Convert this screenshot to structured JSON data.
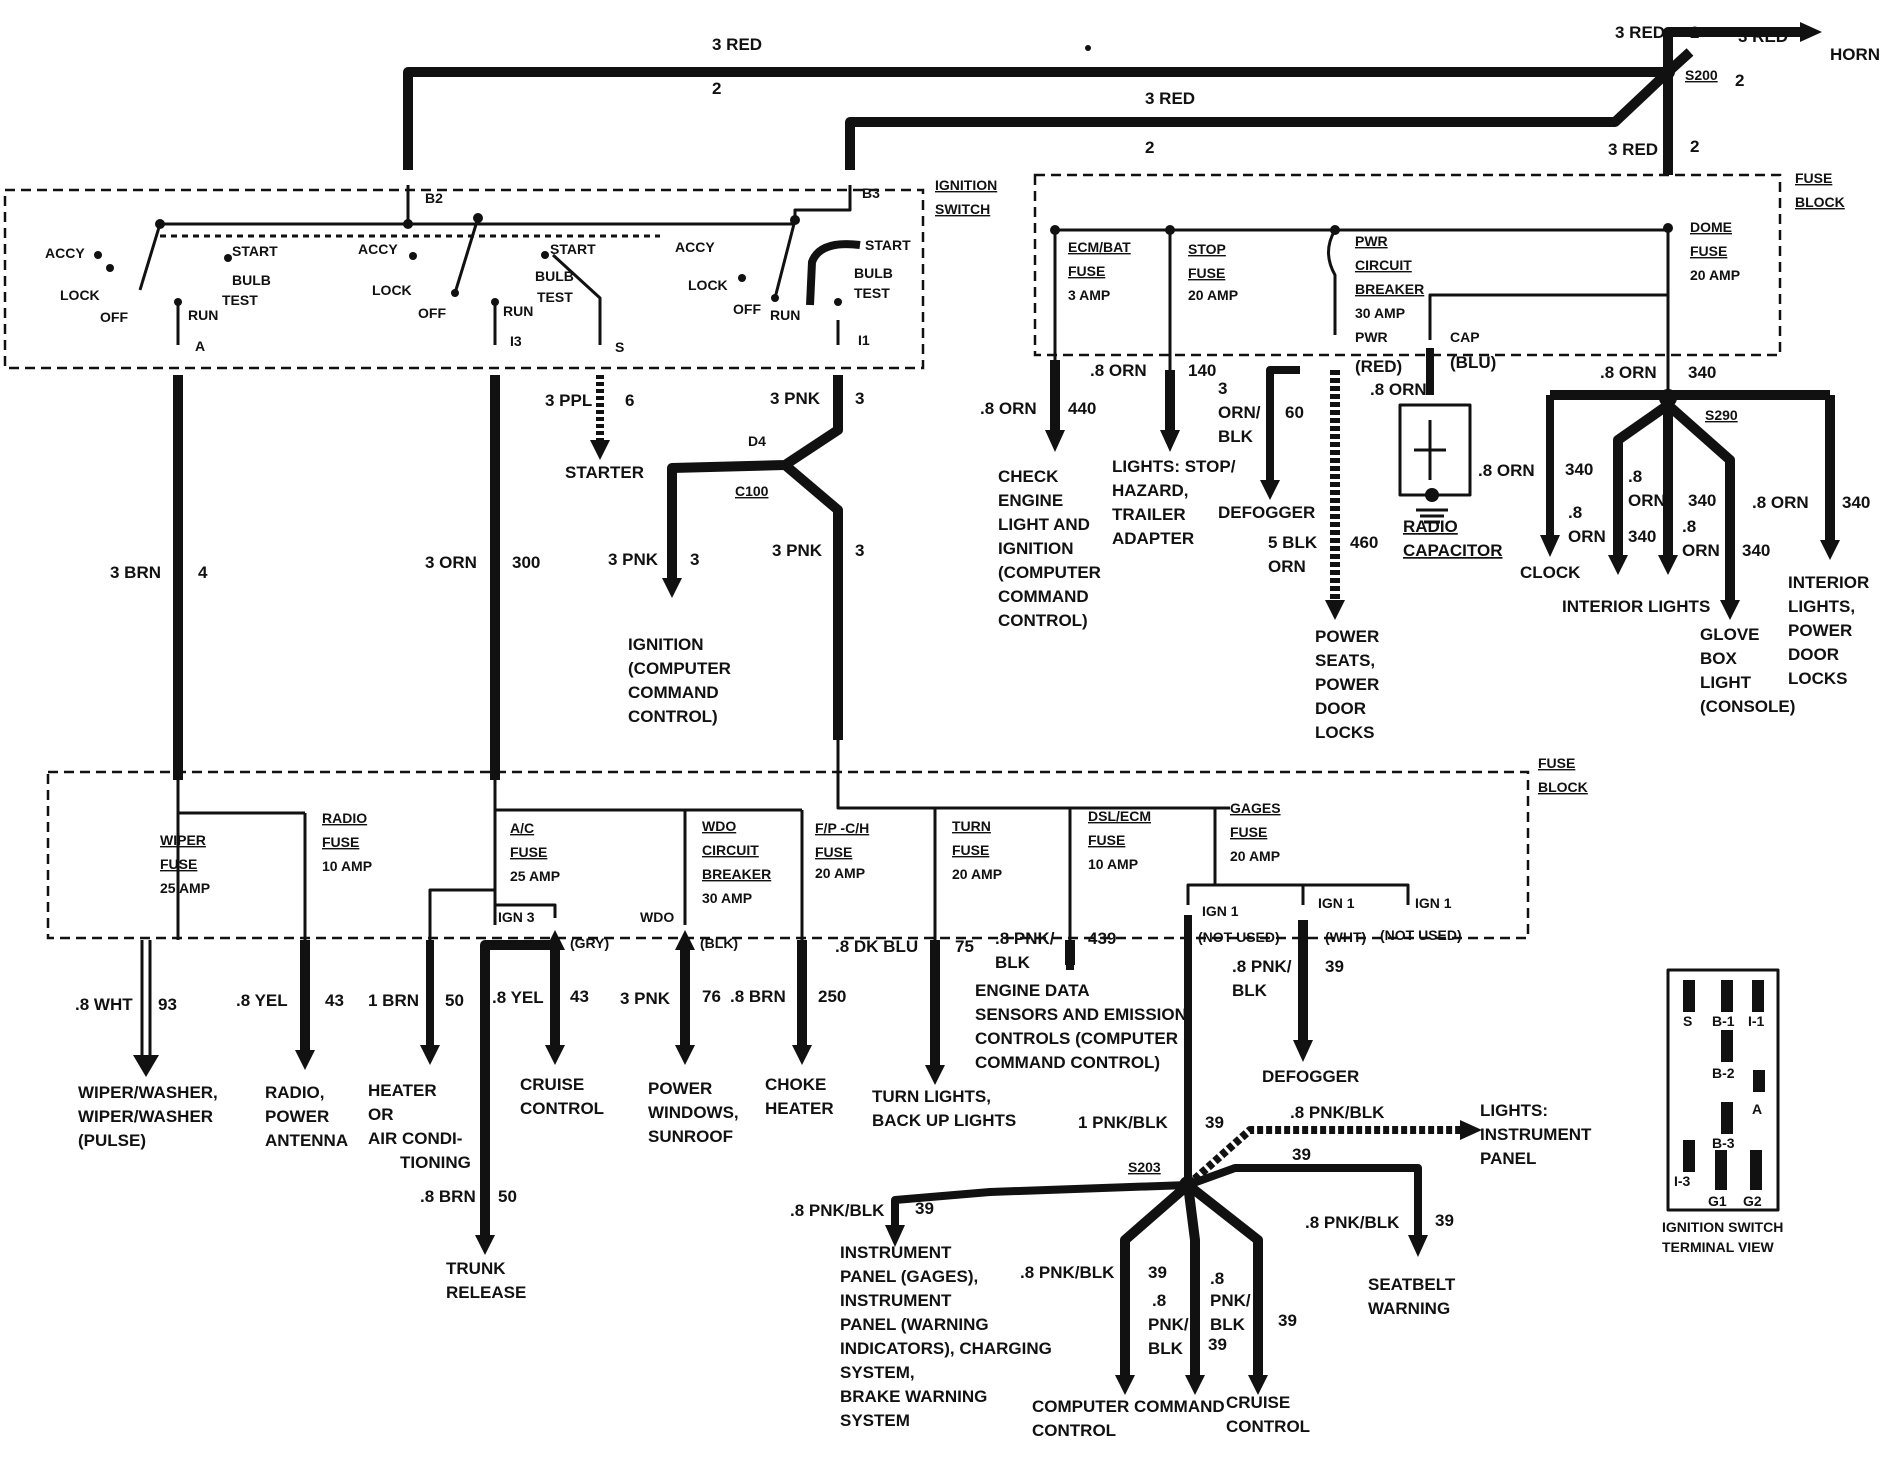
{
  "top": {
    "red3_top": "3 RED",
    "num2_top": "2",
    "red3_mid": "3 RED",
    "num2_mid": "2",
    "red3_right1": "3 RED",
    "red3_right2": "3 RED",
    "num2_right1": "2",
    "horn": "HORN",
    "s200": "S200",
    "num2_s200": "2",
    "red3_down": "3 RED",
    "num2_down": "2"
  },
  "ignition_switch": {
    "title1": "IGNITION",
    "title2": "SWITCH",
    "b2": "B2",
    "b3": "B3",
    "accy": "ACCY",
    "lock": "LOCK",
    "off": "OFF",
    "run": "RUN",
    "start": "START",
    "bulb": "BULB",
    "test": "TEST",
    "a": "A",
    "i3": "I3",
    "s": "S",
    "i1": "I1"
  },
  "upper_fuse_block": {
    "title1": "FUSE",
    "title2": "BLOCK",
    "ecm1": "ECM/BAT",
    "ecm2": "FUSE",
    "ecm3": "3 AMP",
    "stop1": "STOP",
    "stop2": "FUSE",
    "stop3": "20 AMP",
    "pwr1": "PWR",
    "pwr2": "CIRCUIT",
    "pwr3": "BREAKER",
    "pwr4": "30 AMP",
    "pwr5": "PWR",
    "cap": "CAP",
    "dome1": "DOME",
    "dome2": "FUSE",
    "dome3": "20 AMP"
  },
  "circuits_upper": {
    "brn3": "3 BRN",
    "n4": "4",
    "orn3": "3 ORN",
    "n300": "300",
    "ppl3": "3 PPL",
    "n6": "6",
    "starter": "STARTER",
    "pnk3_a": "3 PNK",
    "n3_a": "3",
    "d4": "D4",
    "c100": "C100",
    "pnk3_b": "3 PNK",
    "n3_b": "3",
    "pnk3_c": "3 PNK",
    "n3_c": "3",
    "ign1": "IGNITION",
    "ign2": "(COMPUTER",
    "ign3": "COMMAND",
    "ign4": "CONTROL)",
    "orn8_a": ".8 ORN",
    "n440": "440",
    "check1": "CHECK",
    "check2": "ENGINE",
    "check3": "LIGHT AND",
    "check4": "IGNITION",
    "check5": "(COMPUTER",
    "check6": "COMMAND",
    "check7": "CONTROL)",
    "orn8_b": ".8 ORN",
    "n140": "140",
    "lights1": "LIGHTS: STOP/",
    "lights2": "HAZARD,",
    "lights3": "TRAILER",
    "lights4": "ADAPTER",
    "ornblk1": "3",
    "ornblk2": "ORN/",
    "ornblk3": "BLK",
    "n60": "60",
    "defogger_a": "DEFOGGER",
    "red": "(RED)",
    "blu": "(BLU)",
    "orn8_c": ".8 ORN",
    "blk5_1": "5 BLK",
    "blk5_2": "ORN",
    "n460": "460",
    "seats1": "POWER",
    "seats2": "SEATS,",
    "seats3": "POWER",
    "seats4": "DOOR",
    "seats5": "LOCKS",
    "orn8_d": ".8 ORN",
    "radio1": "RADIO",
    "radio2": "CAPACITOR",
    "orn8_e": ".8 ORN",
    "n340_a": "340",
    "s290": "S290",
    "n340_b": "340",
    "orn_c1": ".8",
    "orn_c2": "ORN",
    "clock": "CLOCK",
    "orn_d1": ".8",
    "orn_d2": "ORN",
    "n340_c": "340",
    "n340_d": "340",
    "orn_e1": ".8",
    "orn_e2": "ORN",
    "n340_e": "340",
    "orn8_f": ".8 ORN",
    "n340_f": "340",
    "int_lights": "INTERIOR LIGHTS",
    "glove1": "GLOVE",
    "glove2": "BOX",
    "glove3": "LIGHT",
    "glove4": "(CONSOLE)",
    "int1": "INTERIOR",
    "int2": "LIGHTS,",
    "int3": "POWER",
    "int4": "DOOR",
    "int5": "LOCKS"
  },
  "lower_fuse_block": {
    "title1": "FUSE",
    "title2": "BLOCK",
    "wiper1": "WIPER",
    "wiper2": "FUSE",
    "wiper3": "25 AMP",
    "radio1": "RADIO",
    "radio2": "FUSE",
    "radio3": "10 AMP",
    "ac1": "A/C",
    "ac2": "FUSE",
    "ac3": "25 AMP",
    "wdo1": "WDO",
    "wdo2": "CIRCUIT",
    "wdo3": "BREAKER",
    "wdo4": "30 AMP",
    "fp1": "F/P -C/H",
    "fp2": "FUSE",
    "fp3": "20 AMP",
    "turn1": "TURN",
    "turn2": "FUSE",
    "turn3": "20 AMP",
    "dsl1": "DSL/ECM",
    "dsl2": "FUSE",
    "dsl3": "10 AMP",
    "gages1": "GAGES",
    "gages2": "FUSE",
    "gages3": "20 AMP",
    "ign3": "IGN 3",
    "wdo_conn": "WDO",
    "ign1_a": "IGN 1",
    "ign1_b": "IGN 1",
    "ign1_c": "IGN 1",
    "notused1": "(NOT USED)",
    "wht": "(WHT)",
    "notused2": "(NOT USED)",
    "gry": "(GRY)",
    "blk": "(BLK)"
  },
  "circuits_lower": {
    "wht8": ".8 WHT",
    "n93": "93",
    "wiperw1": "WIPER/WASHER,",
    "wiperw2": "WIPER/WASHER",
    "wiperw3": "(PULSE)",
    "yel8": ".8 YEL",
    "n43": "43",
    "radiop1": "RADIO,",
    "radiop2": "POWER",
    "radiop3": "ANTENNA",
    "brn1": "1 BRN",
    "n50": "50",
    "heater1": "HEATER",
    "heater2": "OR",
    "heater3": "AIR CONDI-",
    "heater4": "TIONING",
    "yel8_b": ".8 YEL",
    "n43_b": "43",
    "cruise1": "CRUISE",
    "cruise2": "CONTROL",
    "pnk3": "3 PNK",
    "n76": "76",
    "pw1": "POWER",
    "pw2": "WINDOWS,",
    "pw3": "SUNROOF",
    "brn8": ".8 BRN",
    "n250": "250",
    "choke1": "CHOKE",
    "choke2": "HEATER",
    "dkblu": ".8 DK BLU",
    "n75": "75",
    "turnl1": "TURN LIGHTS,",
    "turnl2": "BACK UP LIGHTS",
    "pnkblk8_1": ".8 PNK/",
    "pnkblk8_2": "BLK",
    "n439": "439",
    "eng1": "ENGINE DATA",
    "eng2": "SENSORS AND EMISSION",
    "eng3": "CONTROLS (COMPUTER",
    "eng4": "COMMAND CONTROL)",
    "pnkblk8_3": ".8 PNK/",
    "pnkblk8_4": "BLK",
    "n39_a": "39",
    "defogger_b": "DEFOGGER",
    "brn8_b": ".8 BRN",
    "n50_b": "50",
    "trunk1": "TRUNK",
    "trunk2": "RELEASE",
    "pnkblk1": "1 PNK/BLK",
    "n39_b": "39",
    "pnkblk8_5": ".8 PNK/BLK",
    "n39_c": "39",
    "lightsip1": "LIGHTS:",
    "lightsip2": "INSTRUMENT",
    "lightsip3": "PANEL",
    "s203": "S203",
    "pnkblk8_6": ".8 PNK/BLK",
    "n39_d": "39",
    "ip1": "INSTRUMENT",
    "ip2": "PANEL (GAGES),",
    "ip3": "INSTRUMENT",
    "ip4": "PANEL (WARNING",
    "ip5": "INDICATORS), CHARGING",
    "ip6": "SYSTEM,",
    "ip7": "BRAKE WARNING",
    "ip8": "SYSTEM",
    "pnkblk8_7": ".8 PNK/BLK",
    "n39_e": "39",
    "pb1": ".8",
    "pb2": "PNK/",
    "pb3": "BLK",
    "n39_f": "39",
    "pb4": ".8",
    "pb5": "PNK/",
    "pb6": "BLK",
    "n39_g": "39",
    "pnkblk8_8": ".8 PNK/BLK",
    "n39_h": "39",
    "seatbelt1": "SEATBELT",
    "seatbelt2": "WARNING",
    "ccc1": "COMPUTER COMMAND",
    "ccc2": "CONTROL",
    "cruise3": "CRUISE",
    "cruise4": "CONTROL"
  },
  "terminal_view": {
    "s": "S",
    "b1": "B-1",
    "i1": "I-1",
    "b2": "B-2",
    "a": "A",
    "b3": "B-3",
    "i3": "I-3",
    "g1": "G1",
    "g2": "G2",
    "cap1": "IGNITION SWITCH",
    "cap2": "TERMINAL VIEW"
  }
}
